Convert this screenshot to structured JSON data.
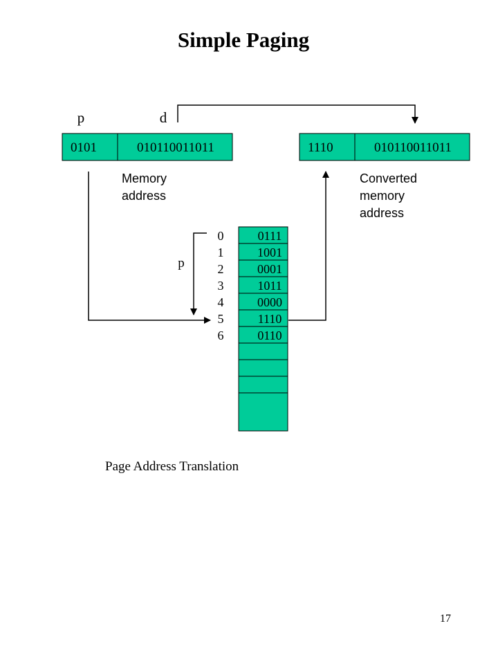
{
  "title": "Simple Paging",
  "labels": {
    "p_top": "p",
    "d_top": "d",
    "p_side": "p",
    "memory_address": [
      "Memory",
      "address"
    ],
    "converted_address": [
      "Converted",
      "memory",
      "address"
    ],
    "caption": "Page Address Translation",
    "page_number": "17"
  },
  "memory_address": {
    "page": "0101",
    "offset": "010110011011"
  },
  "converted_address": {
    "frame": "1110",
    "offset": "010110011011"
  },
  "page_table": {
    "indices": [
      "0",
      "1",
      "2",
      "3",
      "4",
      "5",
      "6"
    ],
    "entries": [
      "0111",
      "1001",
      "0001",
      "1011",
      "0000",
      "1110",
      "0110"
    ],
    "empty_rows": 3
  },
  "colors": {
    "box_fill": "#00cc99",
    "stroke": "#000000",
    "background": "#ffffff"
  }
}
